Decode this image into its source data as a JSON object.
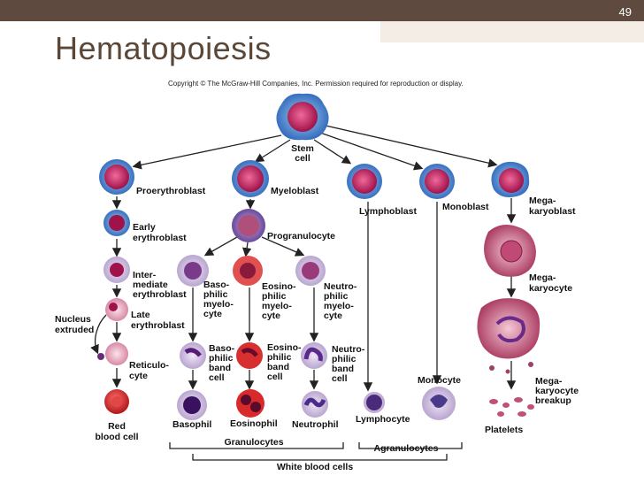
{
  "slide_number": "49",
  "title": "Hematopoiesis",
  "copyright": "Copyright © The McGraw-Hill Companies, Inc. Permission required for reproduction or display.",
  "labels": {
    "stem_cell": [
      "Stem",
      "cell"
    ],
    "proerythroblast": [
      "Proerythroblast"
    ],
    "myeloblast": [
      "Myeloblast"
    ],
    "lymphoblast": [
      "Lymphoblast"
    ],
    "monoblast": [
      "Monoblast"
    ],
    "megakaryoblast": [
      "Mega-",
      "karyoblast"
    ],
    "early_erythroblast": [
      "Early",
      "erythroblast"
    ],
    "progranulocyte": [
      "Progranulocyte"
    ],
    "intermediate_erythroblast": [
      "Inter-",
      "mediate",
      "erythroblast"
    ],
    "basophilic_myelocyte": [
      "Baso-",
      "philic",
      "myelo-",
      "cyte"
    ],
    "eosinophilic_myelocyte": [
      "Eosino-",
      "philic",
      "myelo-",
      "cyte"
    ],
    "neutrophilic_myelocyte": [
      "Neutro-",
      "philic",
      "myelo-",
      "cyte"
    ],
    "megakaryocyte": [
      "Mega-",
      "karyocyte"
    ],
    "nucleus_extruded": [
      "Nucleus",
      "extruded"
    ],
    "late_erythroblast": [
      "Late",
      "erythroblast"
    ],
    "basophilic_band": [
      "Baso-",
      "philic",
      "band",
      "cell"
    ],
    "eosinophilic_band": [
      "Eosino-",
      "philic",
      "band",
      "cell"
    ],
    "neutrophilic_band": [
      "Neutro-",
      "philic",
      "band",
      "cell"
    ],
    "reticulocyte": [
      "Reticulo-",
      "cyte"
    ],
    "monocyte": [
      "Monocyte"
    ],
    "megakaryocyte_breakup": [
      "Mega-",
      "karyocyte",
      "breakup"
    ],
    "red_blood_cell": [
      "Red",
      "blood cell"
    ],
    "basophil": [
      "Basophil"
    ],
    "eosinophil": [
      "Eosinophil"
    ],
    "neutrophil": [
      "Neutrophil"
    ],
    "lymphocyte": [
      "Lymphocyte"
    ],
    "platelets": [
      "Platelets"
    ],
    "granulocytes": [
      "Granulocytes"
    ],
    "agranulocytes": [
      "Agranulocytes"
    ],
    "white_blood_cells": [
      "White blood cells"
    ]
  },
  "colors": {
    "top_bar": "#5e4a3e",
    "title": "#5a4738",
    "nucleus": "#c2185b",
    "cytoplasm_blue": "#5b8fd6",
    "cytoplasm_purple": "#7d5aa8",
    "red_cell": "#d8262c"
  }
}
